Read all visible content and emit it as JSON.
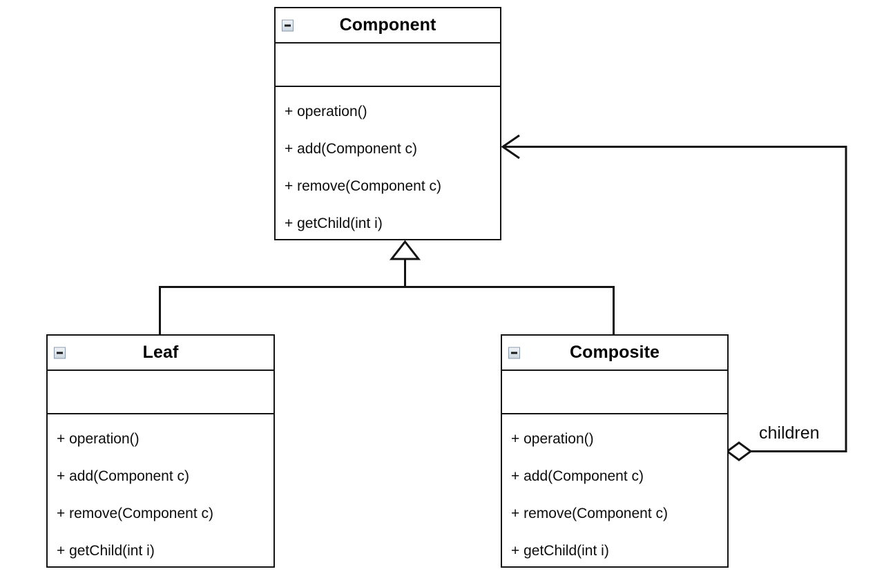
{
  "diagram": {
    "kind": "uml-class-diagram",
    "pattern_name": "Composite",
    "background_color": "#ffffff",
    "line_color": "#141414",
    "text_color": "#0d0d0d"
  },
  "classes": [
    {
      "id": "component",
      "name": "Component",
      "collapse_icon": "collapse-minus-icon",
      "attributes": [],
      "methods": [
        "+ operation()",
        "+ add(Component c)",
        "+ remove(Component c)",
        "+ getChild(int i)"
      ]
    },
    {
      "id": "leaf",
      "name": "Leaf",
      "collapse_icon": "collapse-minus-icon",
      "attributes": [],
      "methods": [
        "+ operation()",
        "+ add(Component c)",
        "+ remove(Component c)",
        "+ getChild(int i)"
      ]
    },
    {
      "id": "composite",
      "name": "Composite",
      "collapse_icon": "collapse-minus-icon",
      "attributes": [],
      "methods": [
        "+ operation()",
        "+ add(Component c)",
        "+ remove(Component c)",
        "+ getChild(int i)"
      ]
    }
  ],
  "relationships": {
    "generalizations": [
      {
        "from": "leaf",
        "to": "component",
        "arrow": "hollow-triangle"
      },
      {
        "from": "composite",
        "to": "component",
        "arrow": "hollow-triangle"
      }
    ],
    "aggregation": {
      "from": "composite",
      "to": "component",
      "label": "children",
      "source_marker": "hollow-diamond",
      "target_marker": "open-arrow"
    }
  }
}
